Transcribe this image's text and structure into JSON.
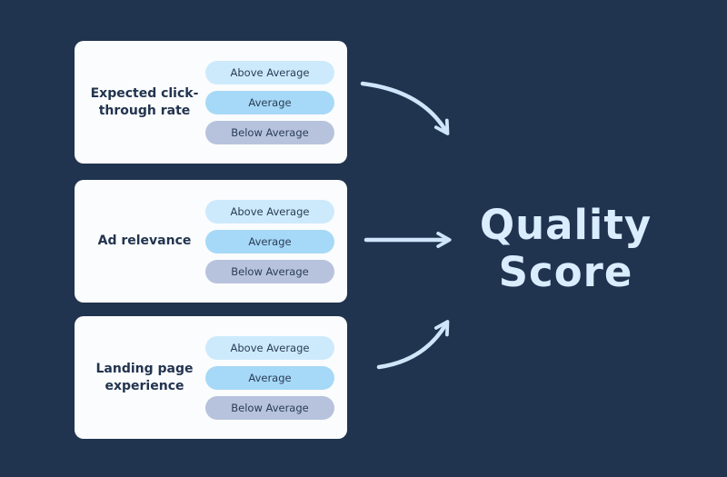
{
  "canvas": {
    "background_color": "#20334f",
    "card_color": "#fbfcfd",
    "arrow_color": "#cfe6fa",
    "title_text_color": "#22344f"
  },
  "cards": [
    {
      "title": "Expected click-through rate",
      "pills": [
        {
          "label": "Above Average",
          "color": "#cdeafc"
        },
        {
          "label": "Average",
          "color": "#a6d9f7"
        },
        {
          "label": "Below Average",
          "color": "#b7c3dd"
        }
      ]
    },
    {
      "title": "Ad relevance",
      "pills": [
        {
          "label": "Above Average",
          "color": "#cdeafc"
        },
        {
          "label": "Average",
          "color": "#a6d9f7"
        },
        {
          "label": "Below Average",
          "color": "#b7c3dd"
        }
      ]
    },
    {
      "title": "Landing page experience",
      "pills": [
        {
          "label": "Above Average",
          "color": "#cdeafc"
        },
        {
          "label": "Average",
          "color": "#a6d9f7"
        },
        {
          "label": "Below Average",
          "color": "#b7c3dd"
        }
      ]
    }
  ],
  "result": {
    "title_line1": "Quality",
    "title_line2": "Score",
    "color": "#d9edfe"
  }
}
